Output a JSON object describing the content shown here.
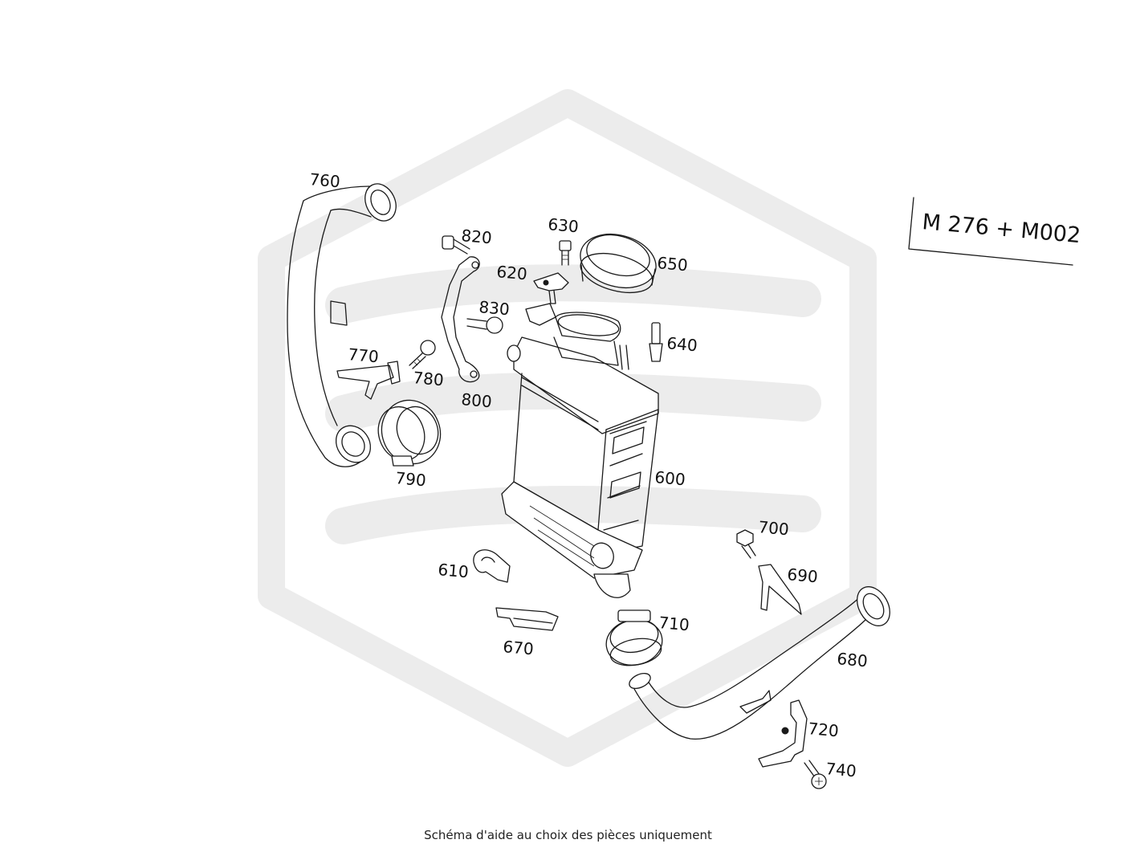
{
  "model_code": "M 276 + M002",
  "footer_note": "Schéma d'aide au choix des pièces uniquement",
  "watermark_color": "#ececec",
  "parts": [
    {
      "id": "p600",
      "number": "600",
      "icon": "intercooler-icon"
    },
    {
      "id": "p610",
      "number": "610",
      "icon": "clip-icon"
    },
    {
      "id": "p620",
      "number": "620",
      "icon": "pressure-sensor-icon"
    },
    {
      "id": "p630",
      "number": "630",
      "icon": "screw-icon"
    },
    {
      "id": "p640",
      "number": "640",
      "icon": "temperature-sensor-icon"
    },
    {
      "id": "p650",
      "number": "650",
      "icon": "seal-ring-icon"
    },
    {
      "id": "p670",
      "number": "670",
      "icon": "bracket-icon"
    },
    {
      "id": "p680",
      "number": "680",
      "icon": "charge-pipe-icon"
    },
    {
      "id": "p690",
      "number": "690",
      "icon": "bracket-icon"
    },
    {
      "id": "p700",
      "number": "700",
      "icon": "bolt-icon"
    },
    {
      "id": "p710",
      "number": "710",
      "icon": "hose-clamp-icon"
    },
    {
      "id": "p720",
      "number": "720",
      "icon": "bracket-icon"
    },
    {
      "id": "p740",
      "number": "740",
      "icon": "bolt-icon"
    },
    {
      "id": "p760",
      "number": "760",
      "icon": "charge-pipe-icon"
    },
    {
      "id": "p770",
      "number": "770",
      "icon": "bracket-icon"
    },
    {
      "id": "p780",
      "number": "780",
      "icon": "bolt-icon"
    },
    {
      "id": "p790",
      "number": "790",
      "icon": "hose-clamp-icon"
    },
    {
      "id": "p800",
      "number": "800",
      "icon": "support-bracket-icon"
    },
    {
      "id": "p820",
      "number": "820",
      "icon": "bolt-icon"
    },
    {
      "id": "p830",
      "number": "830",
      "icon": "bolt-icon"
    }
  ]
}
